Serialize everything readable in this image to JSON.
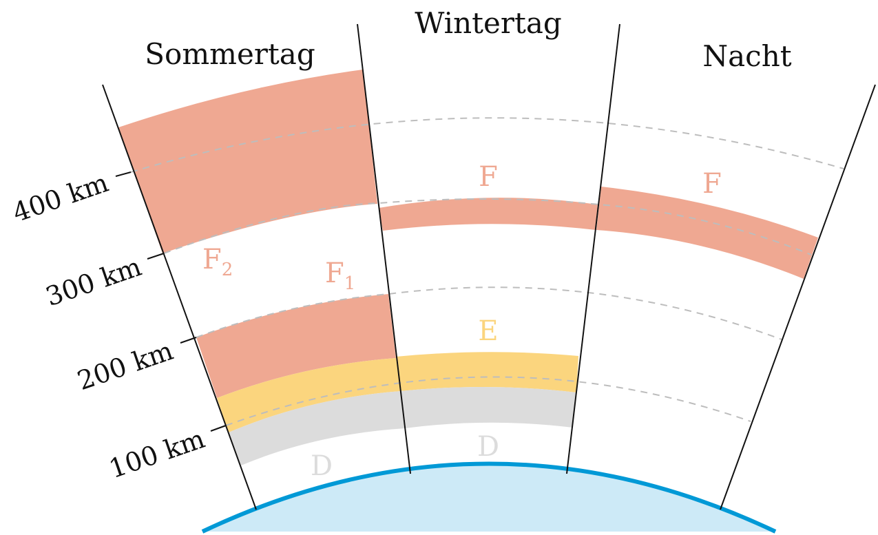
{
  "columns": {
    "summer_day": "Sommertag",
    "winter_day": "Wintertag",
    "night": "Nacht"
  },
  "altitudes": {
    "a400": "400 km",
    "a300": "300 km",
    "a200": "200 km",
    "a100": "100 km"
  },
  "layers": {
    "f2": {
      "letter": "F",
      "sub": "2"
    },
    "f1": {
      "letter": "F",
      "sub": "1"
    },
    "f_winter": "F",
    "f_night": "F",
    "e_winter": "E",
    "d_summer": "D",
    "d_winter": "D"
  },
  "colors": {
    "f_layer": "#efa892",
    "e_layer": "#fbd57e",
    "d_layer": "#dcdcdc",
    "earth_fill": "#cdeaf7",
    "earth_stroke": "#0099d6",
    "dashed": "#bdbdbd"
  }
}
